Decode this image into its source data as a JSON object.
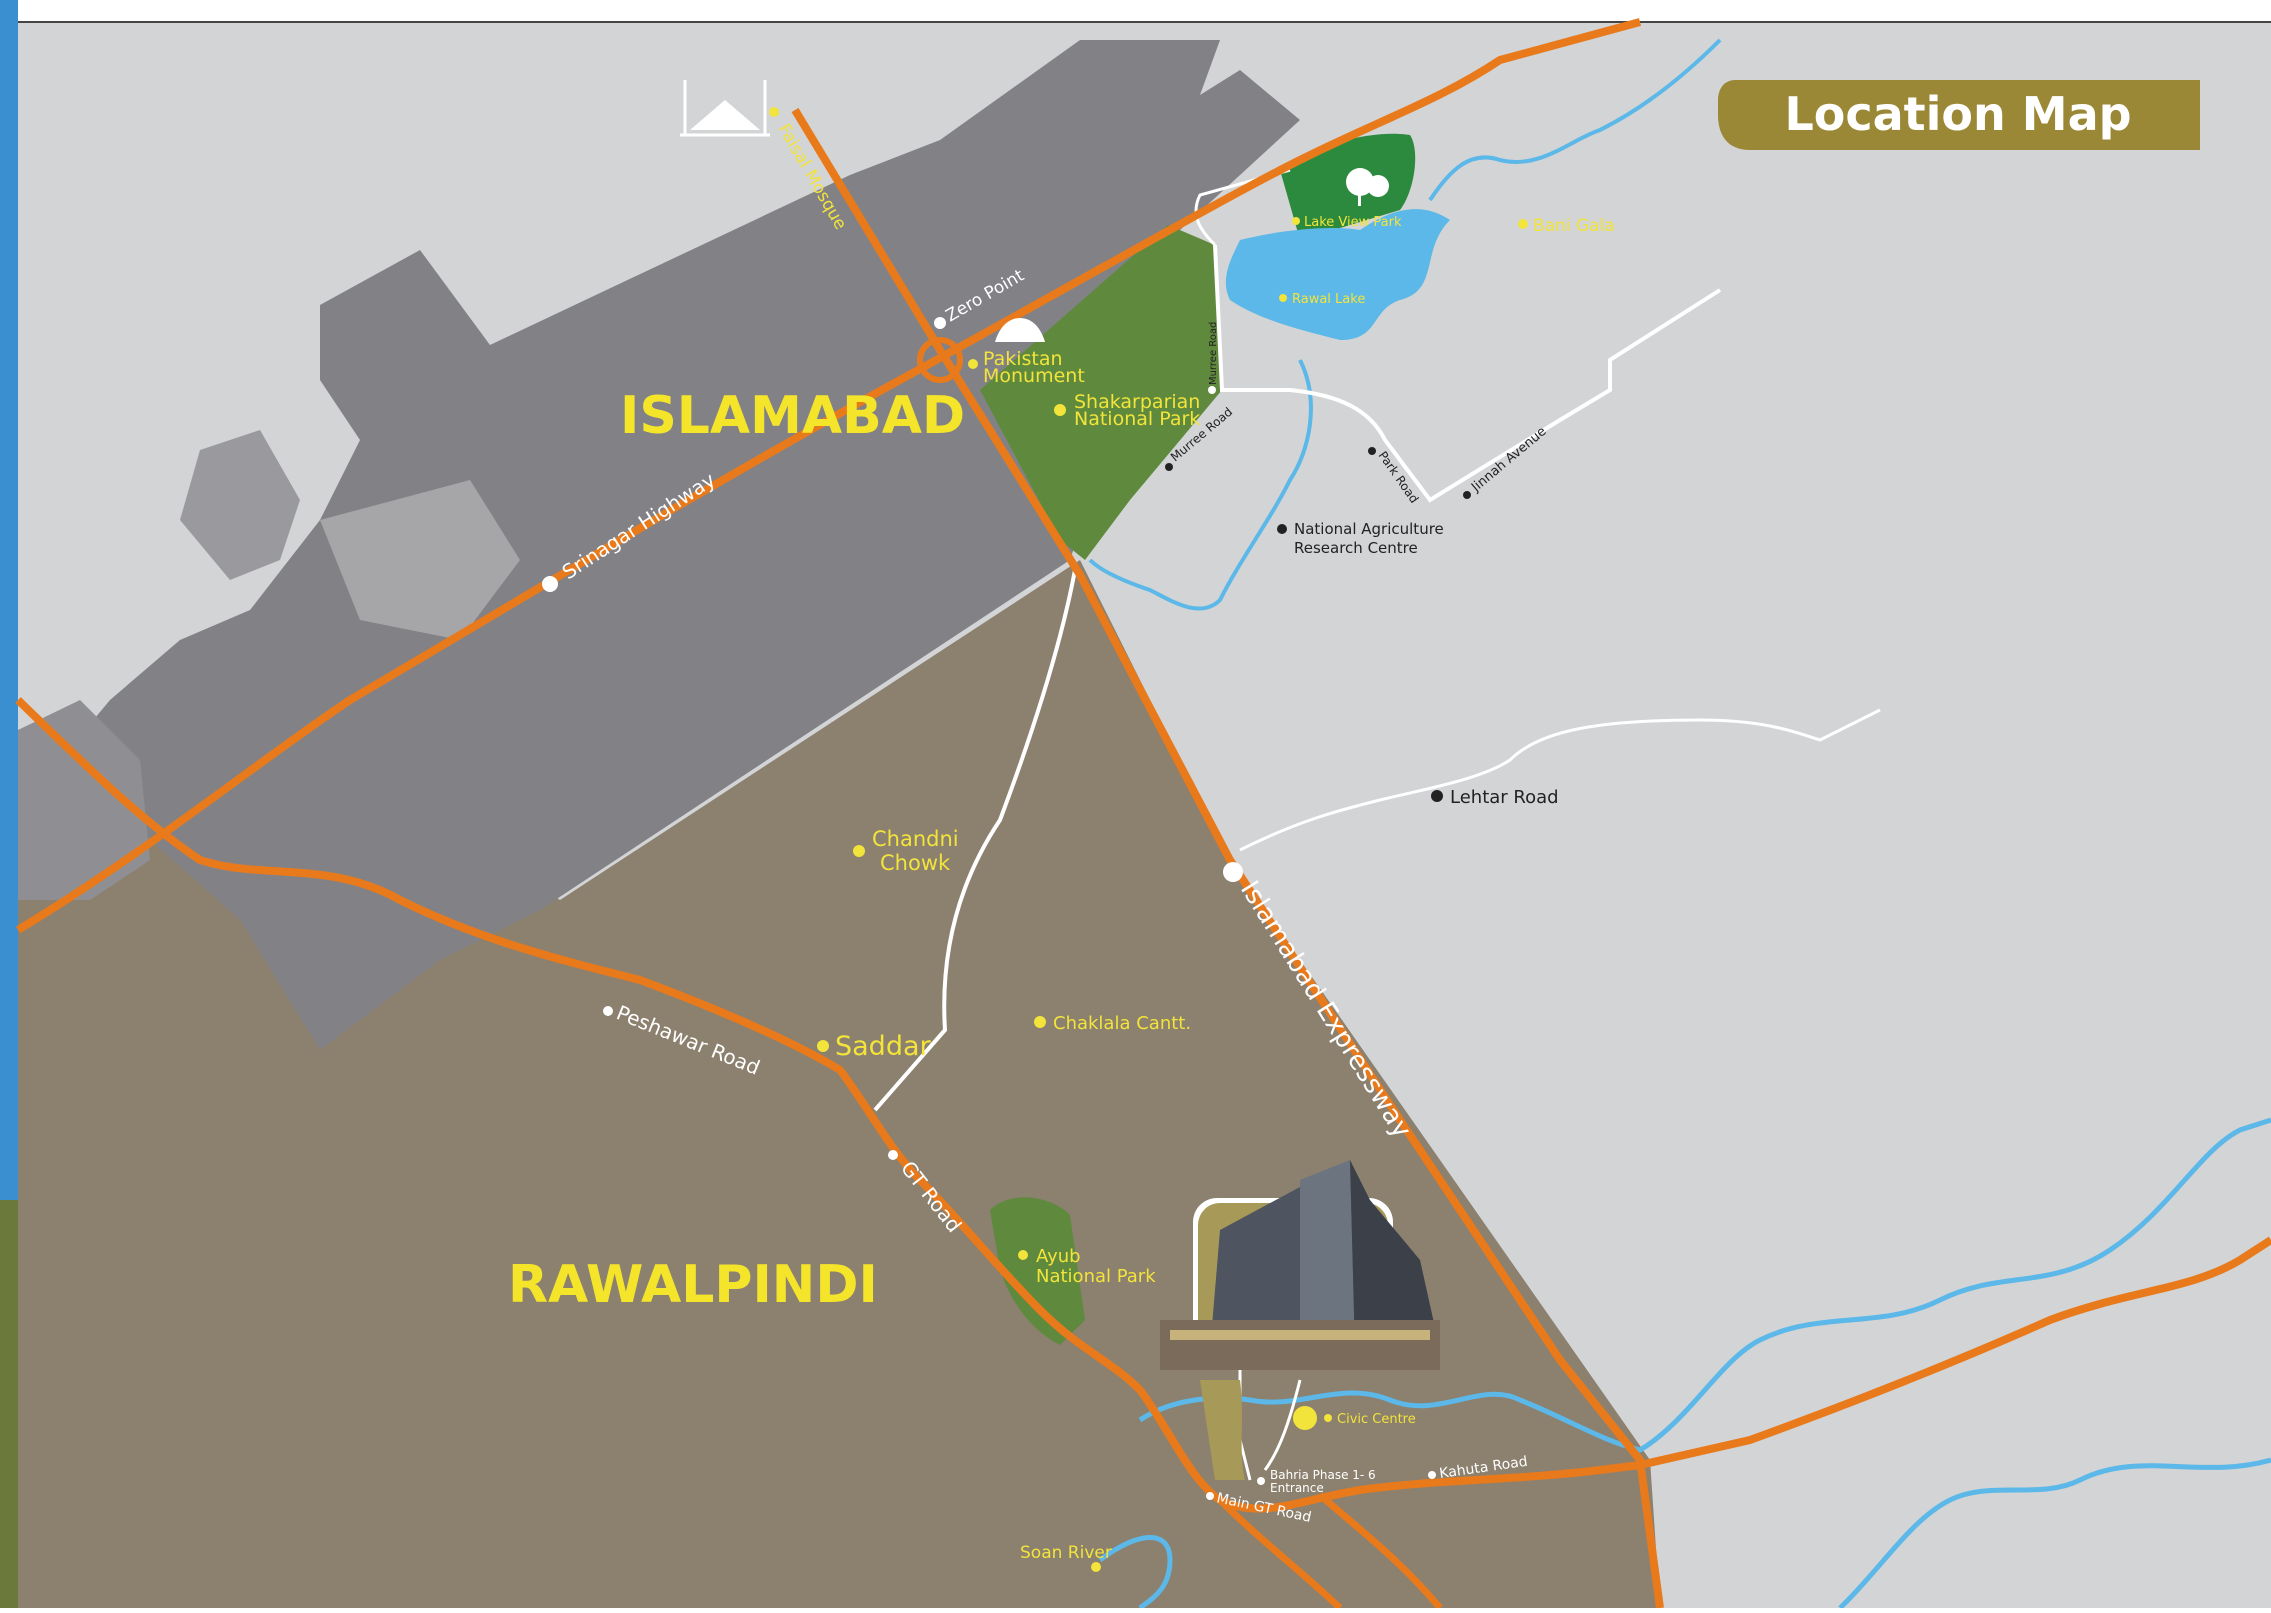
{
  "title": "Location Map",
  "colors": {
    "background": "#d3d4d6",
    "islamabad_area": "#828286",
    "rawalpindi_area": "#8c806f",
    "highway": "#e87a1c",
    "water": "#5bb8e8",
    "park": "#5f8a3e",
    "title_badge": "#9b8837",
    "city_label": "#f5e52a"
  },
  "cities": {
    "islamabad": "ISLAMABAD",
    "rawalpindi": "RAWALPINDI"
  },
  "roads": {
    "srinagar": "Srinagar Highway",
    "peshawar": "Peshawar Road",
    "gt": "GT Road",
    "expressway": "Islamabad Expressway",
    "murree": "Murree Road",
    "murree_small": "Murree Road",
    "park": "Park Road",
    "jinnah": "Jinnah Avenue",
    "kahuta": "Kahuta Road",
    "main_gt": "Main GT Road"
  },
  "places": {
    "faisal_mosque": "Faisal Mosque",
    "zero_point": "Zero Point",
    "pakistan_monument_1": "Pakistan",
    "pakistan_monument_2": "Monument",
    "shakarparian_1": "Shakarparian",
    "shakarparian_2": "National Park",
    "lake_view_park": "Lake View Park",
    "bani_gala": "Bani Gala",
    "rawal_lake": "Rawal Lake",
    "narc_1": "National Agriculture",
    "narc_2": "Research Centre",
    "lehtar_road": "Lehtar Road",
    "chandni_1": "Chandni",
    "chandni_2": "Chowk",
    "saddar": "Saddar",
    "chaklala": "Chaklala Cantt.",
    "ayub_1": "Ayub",
    "ayub_2": "National Park",
    "civic_centre": "Civic Centre",
    "bahria_1": "Bahria Phase 1- 6",
    "bahria_2": "Entrance",
    "soan_river": "Soan River"
  }
}
